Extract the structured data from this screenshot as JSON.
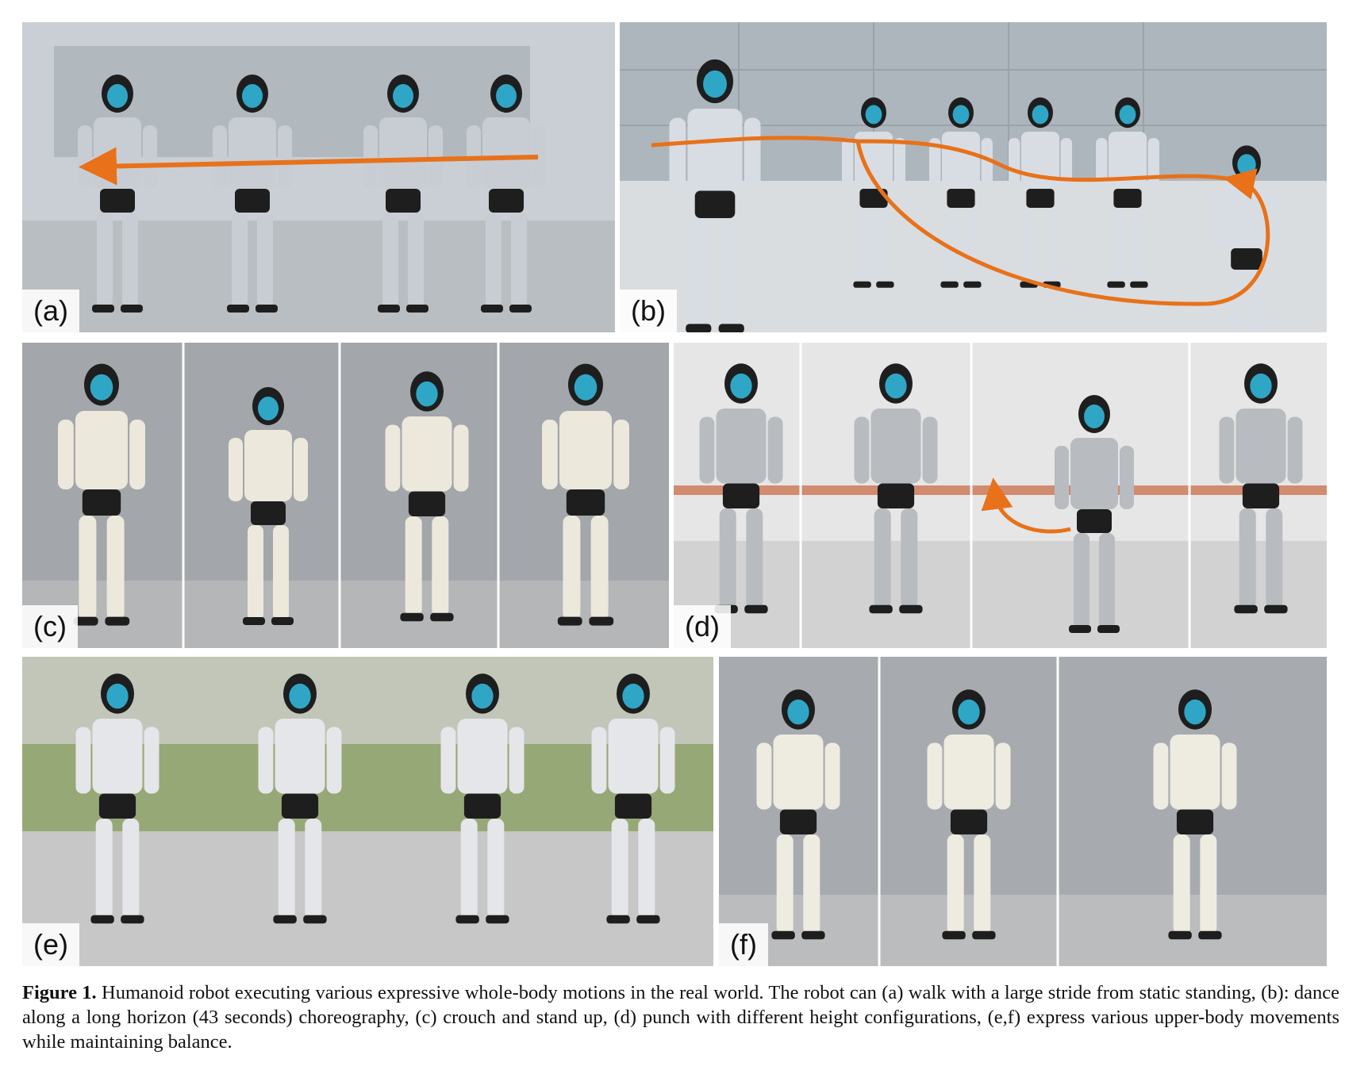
{
  "panels": [
    {
      "id": "a",
      "label": "(a)",
      "background": "#c9cfd4",
      "floor": "#b9bec2",
      "robot_color": "#c8cdd3"
    },
    {
      "id": "b",
      "label": "(b)",
      "background": "#aeb6bd",
      "floor": "#d9dde0",
      "robot_color": "#d8dde3"
    },
    {
      "id": "c",
      "label": "(c)",
      "background": "#a3a6aa",
      "floor": "#b4b6b8",
      "robot_color": "#ece8dc"
    },
    {
      "id": "d",
      "label": "(d)",
      "background": "#e6e6e6",
      "floor": "#d2d2d2",
      "robot_color": "#b8bbbf"
    },
    {
      "id": "e",
      "label": "(e)",
      "background": "#8f9a7e",
      "floor": "#c7c7c7",
      "robot_color": "#e4e6e9"
    },
    {
      "id": "f",
      "label": "(f)",
      "background": "#a7abaf",
      "floor": "#babcbe",
      "robot_color": "#eeebe1"
    }
  ],
  "colors": {
    "trajectory": "#e8711a",
    "visor": "#35c8f0",
    "robot_dark": "#1e1e1e"
  },
  "caption": {
    "label": "Figure 1.",
    "text": "Humanoid robot executing various expressive whole-body motions in the real world. The robot can (a) walk with a large stride from static standing, (b): dance along a long horizon (43 seconds) choreography, (c) crouch and stand up, (d) punch with different height configurations, (e,f) express various upper-body movements while maintaining balance."
  }
}
